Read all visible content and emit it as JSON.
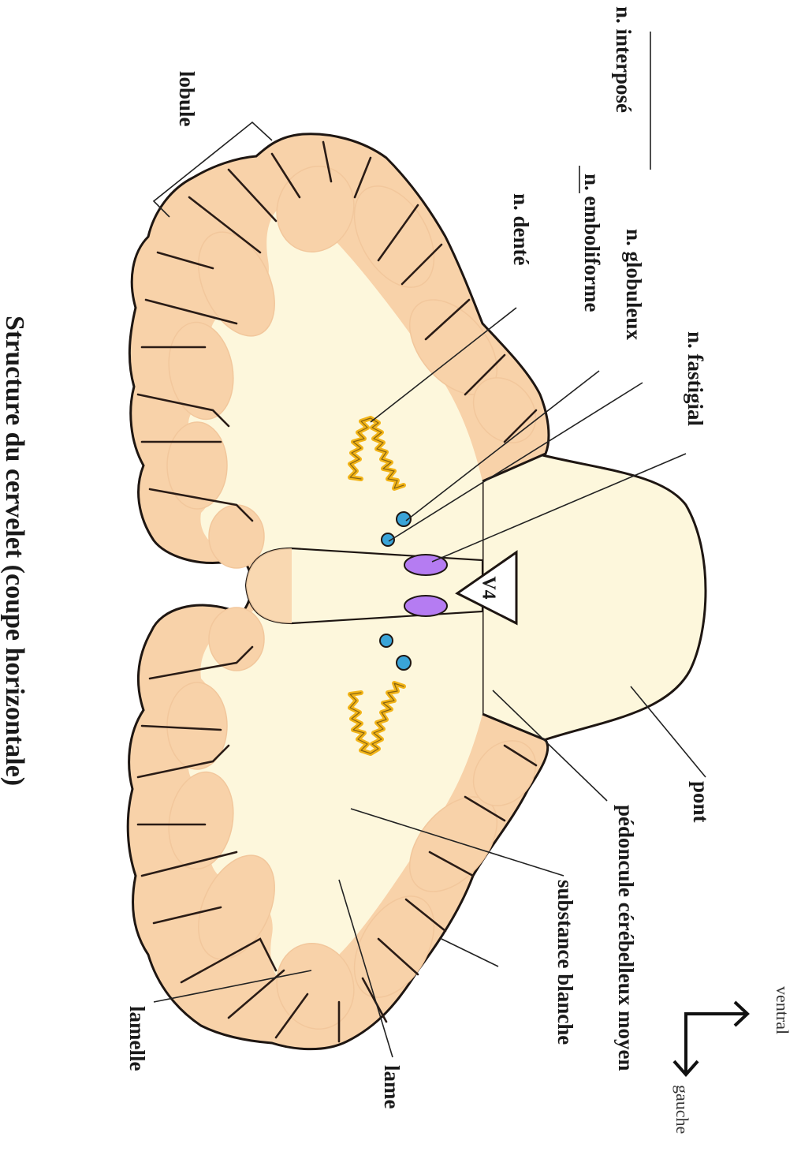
{
  "title": "Structure du cervelet (coupe horizontale)",
  "labels": {
    "n_interpose": "n. interposé",
    "n_fastigial": "n. fastigial",
    "n_globuleux": "n. globuleux",
    "n_emboliforme": "n. emboliforme",
    "n_dente": "n. denté",
    "lobule": "lobule",
    "pont": "pont",
    "pedoncule": "pédoncule cérébelleux moyen",
    "substance_blanche": "substance blanche",
    "lame": "lame",
    "lamelle": "lamelle",
    "v4": "V4"
  },
  "orientation": {
    "ventral": "ventral",
    "gauche": "gauche"
  },
  "colors": {
    "white_matter": "#fdf7dc",
    "grey_matter": "#f8d2a9",
    "outline": "#1e1612",
    "fissure": "#2a1c16",
    "dentate": "#f2b418",
    "nuclei_blue": "#3aa4d8",
    "fastigial": "#b57cf2"
  }
}
